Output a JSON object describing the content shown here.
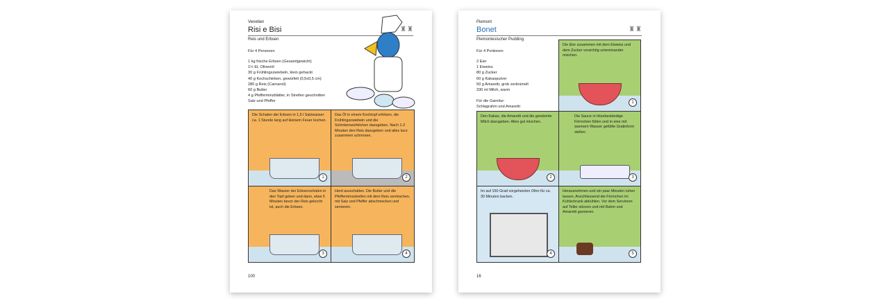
{
  "left_page": {
    "region": "Venetien",
    "title": "Risi e Bisi",
    "subtitle": "Reis und Erbsen",
    "servings": "Für 4 Personen",
    "ingredients": [
      "1 kg frische Erbsen (Gesamtgewicht)",
      "1½ EL Olivenöl",
      "30 g Frühlingszwiebeln, klein gehackt",
      "40 g Kochschinken, gewürfelt (0,5x0,5 cm)",
      "280 g Reis (Carnaroli)",
      "60 g Butter",
      "4 g Pfefferminzblätter, in Streifen geschnitten",
      "Salz und Pfeffer"
    ],
    "steps": [
      {
        "n": "1",
        "text": "Die Schalen der Erbsen in 1,5 l Salzwasser ca. 1 Stunde lang auf kleinem Feuer kochen."
      },
      {
        "n": "2",
        "text": "Das Öl in einem Kochtopf erhitzen, die Frühlingszwiebeln und die Schinkenwürfelchen dazugeben. Nach 1-2 Minuten den Reis dazugeben und alles kurz zusammen schmoren."
      },
      {
        "n": "3",
        "text": "Das Wasser der Erbsenschalen in den Topf geben und dann, etwa 5 Minuten bevor der Reis gekocht ist, auch die Erbsen."
      },
      {
        "n": "4",
        "text": "Herd ausschalten. Die Butter und die Pfefferminzstreifen mit dem Reis vermischen, mit Salz und Pfeffer abschmecken und servieren."
      }
    ],
    "page_number": "100"
  },
  "right_page": {
    "region": "Piemont",
    "title": "Bonet",
    "subtitle": "Piemontesischer Pudding",
    "servings": "Für 4 Portionen",
    "ingredients": [
      "2 Eier",
      "1 Eiweiss",
      "80 g Zucker",
      "60 g Kakaopulver",
      "50 g Amaretti, grob zerkrümelt",
      "330 ml Milch, warm"
    ],
    "garnish_label": "Für die Garnitur:",
    "garnish": "Schlagrahm und Amaretti",
    "steps": [
      {
        "n": "1",
        "text": "Die Eier zusammen mit dem Eiweiss und dem Zucker vorsichtig untereinander mischen."
      },
      {
        "n": "2",
        "text": "Den Kakao, die Amaretti und die gewärmte Milch dazugeben. Alles gut mischen."
      },
      {
        "n": "3",
        "text": "Die Sauce in hitzebeständige Förmchen füllen und in eine mit warmem Wasser gefüllte Gratinform stellen."
      },
      {
        "n": "4",
        "text": "Im auf 150 Grad vorgeheizten Ofen für ca. 30 Minuten backen."
      },
      {
        "n": "5",
        "text": "Herausnehmen und ein paar Minuten ruhen lassen. Anschliessend die Förmchen im Kühlschrank abkühlen. Vor dem Servieren auf Teller stürzen und mit Rahm und Amaretti garnieren."
      }
    ],
    "page_number": "16"
  },
  "colors": {
    "orange": "#f6b55c",
    "green": "#a9cf73"
  }
}
